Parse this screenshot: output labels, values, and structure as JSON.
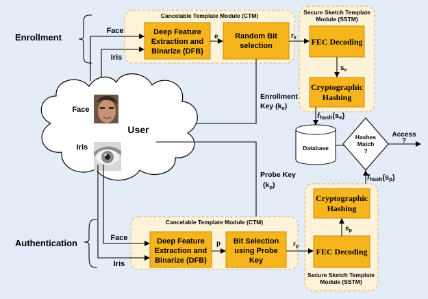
{
  "colors": {
    "background": "#e3ecf7",
    "module_fill": "#fdf3d9",
    "module_stroke": "#e8b97a",
    "block_fill": "#f7b51d",
    "block_stroke": "#c8860a"
  },
  "enrollment": {
    "label": "Enrollment",
    "face_label": "Face",
    "iris_label": "Iris",
    "ctm_title": "Cancelable Template Module (CTM)",
    "dfb_lines": [
      "Deep Feature",
      "Extraction and",
      "Binarize (DFB)"
    ],
    "e_label": "e",
    "rbs_lines": [
      "Random Bit",
      "selection"
    ],
    "re_label": "r",
    "re_sub": "e",
    "sstm_title_lines": [
      "Secure Sketch Template",
      "Module (SSTM)"
    ],
    "fec_label": "FEC Decoding",
    "se_label": "s",
    "se_sub": "e",
    "crypto_lines": [
      "Cryptographic",
      "Hashing"
    ],
    "key_line1": "Enrollment",
    "key_line2": "Key (k",
    "key_sub": "e",
    "key_close": ")",
    "fhash_f": "f",
    "fhash_rest": "hash",
    "fhash_arg": "(s",
    "fhash_sub": "e",
    "fhash_close": ")"
  },
  "user": {
    "label": "User",
    "face_label": "Face",
    "iris_label": "Iris"
  },
  "database": {
    "label": "Database"
  },
  "decision": {
    "label_lines": [
      "Hashes",
      "Match",
      "?"
    ],
    "access_lines": [
      "Access",
      "?"
    ]
  },
  "probe_key": {
    "line1": "Probe Key",
    "line2": "(k",
    "sub": "p",
    "close": ")"
  },
  "authentication": {
    "label": "Authentication",
    "face_label": "Face",
    "iris_label": "Iris",
    "ctm_title": "Cancelable Template Module (CTM)",
    "dfb_lines": [
      "Deep Feature",
      "Extraction and",
      "Binarize (DFB)"
    ],
    "p_label": "p",
    "bsp_lines": [
      "Bit Selection",
      "using Probe",
      "Key"
    ],
    "rp_label": "r",
    "rp_sub": "p",
    "sstm_title_lines": [
      "Secure Sketch Template",
      "Module (SSTM)"
    ],
    "fec_label": "FEC Decoding",
    "sp_label": "s",
    "sp_sub": "p",
    "crypto_lines": [
      "Cryptographic",
      "Hashing"
    ],
    "fhash_f": "f",
    "fhash_rest": "hash",
    "fhash_arg": "(s",
    "fhash_sub": "p",
    "fhash_close": ")"
  }
}
